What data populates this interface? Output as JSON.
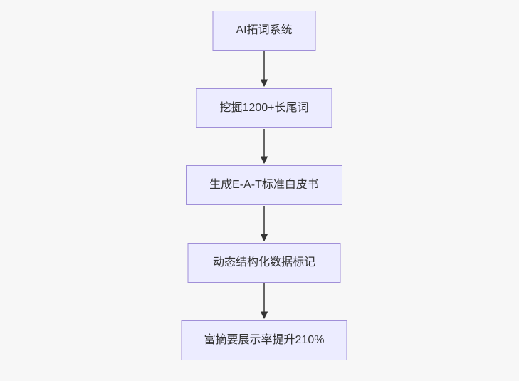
{
  "flowchart": {
    "type": "flowchart",
    "direction": "top-down",
    "nodes": [
      {
        "label": "AI拓词系统"
      },
      {
        "label": "挖掘1200+长尾词"
      },
      {
        "label": "生成E-A-T标准白皮书"
      },
      {
        "label": "动态结构化数据标记"
      },
      {
        "label": "富摘要展示率提升210%"
      }
    ],
    "edges": [
      {
        "from": 0,
        "to": 1
      },
      {
        "from": 1,
        "to": 2
      },
      {
        "from": 2,
        "to": 3
      },
      {
        "from": 3,
        "to": 4
      }
    ]
  },
  "colors": {
    "background": "#f7f7f7",
    "node_fill": "#ececff",
    "node_border": "#a08fd8",
    "node_text": "#333333",
    "arrow": "#333333"
  }
}
